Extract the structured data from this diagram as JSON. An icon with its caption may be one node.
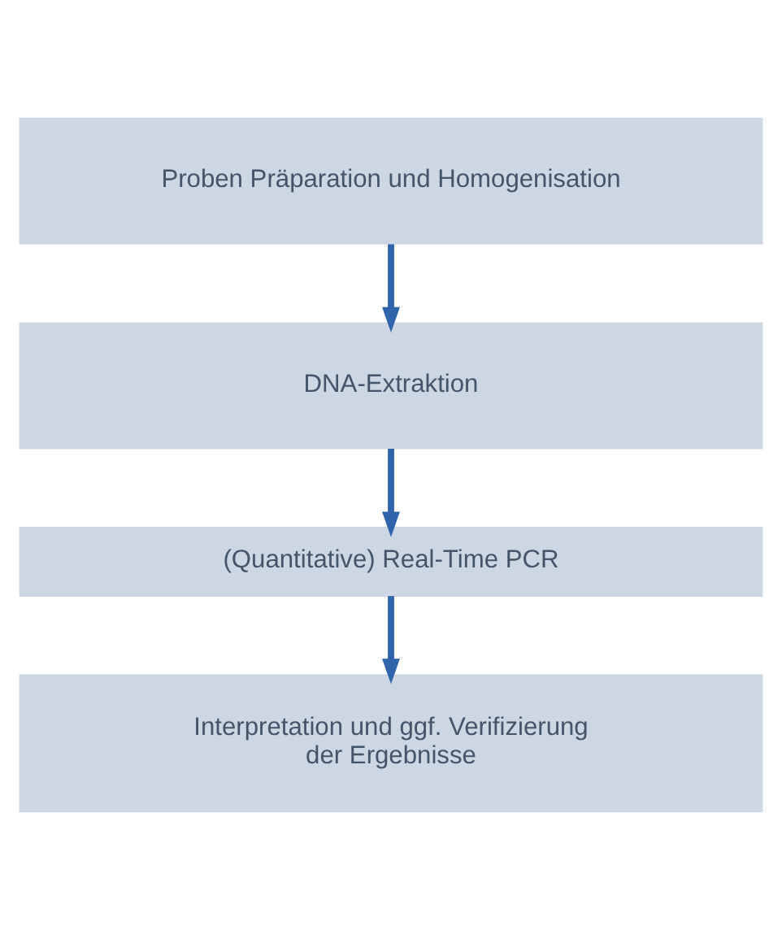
{
  "diagram": {
    "nodes": [
      {
        "text": [
          "Proben Präparation und Homogenisation"
        ]
      },
      {
        "text": [
          "DNA-Extraktion"
        ]
      },
      {
        "text": [
          "(Quantitative) Real-Time PCR"
        ]
      },
      {
        "text": [
          "Interpretation und ggf. Verifizierung der Ergebnisse"
        ]
      }
    ],
    "edges": [
      {
        "from": 0,
        "to": 1,
        "arrow": "to"
      },
      {
        "from": 1,
        "to": 2,
        "arrow": "to"
      },
      {
        "from": 2,
        "to": 3,
        "arrow": "to"
      }
    ]
  }
}
